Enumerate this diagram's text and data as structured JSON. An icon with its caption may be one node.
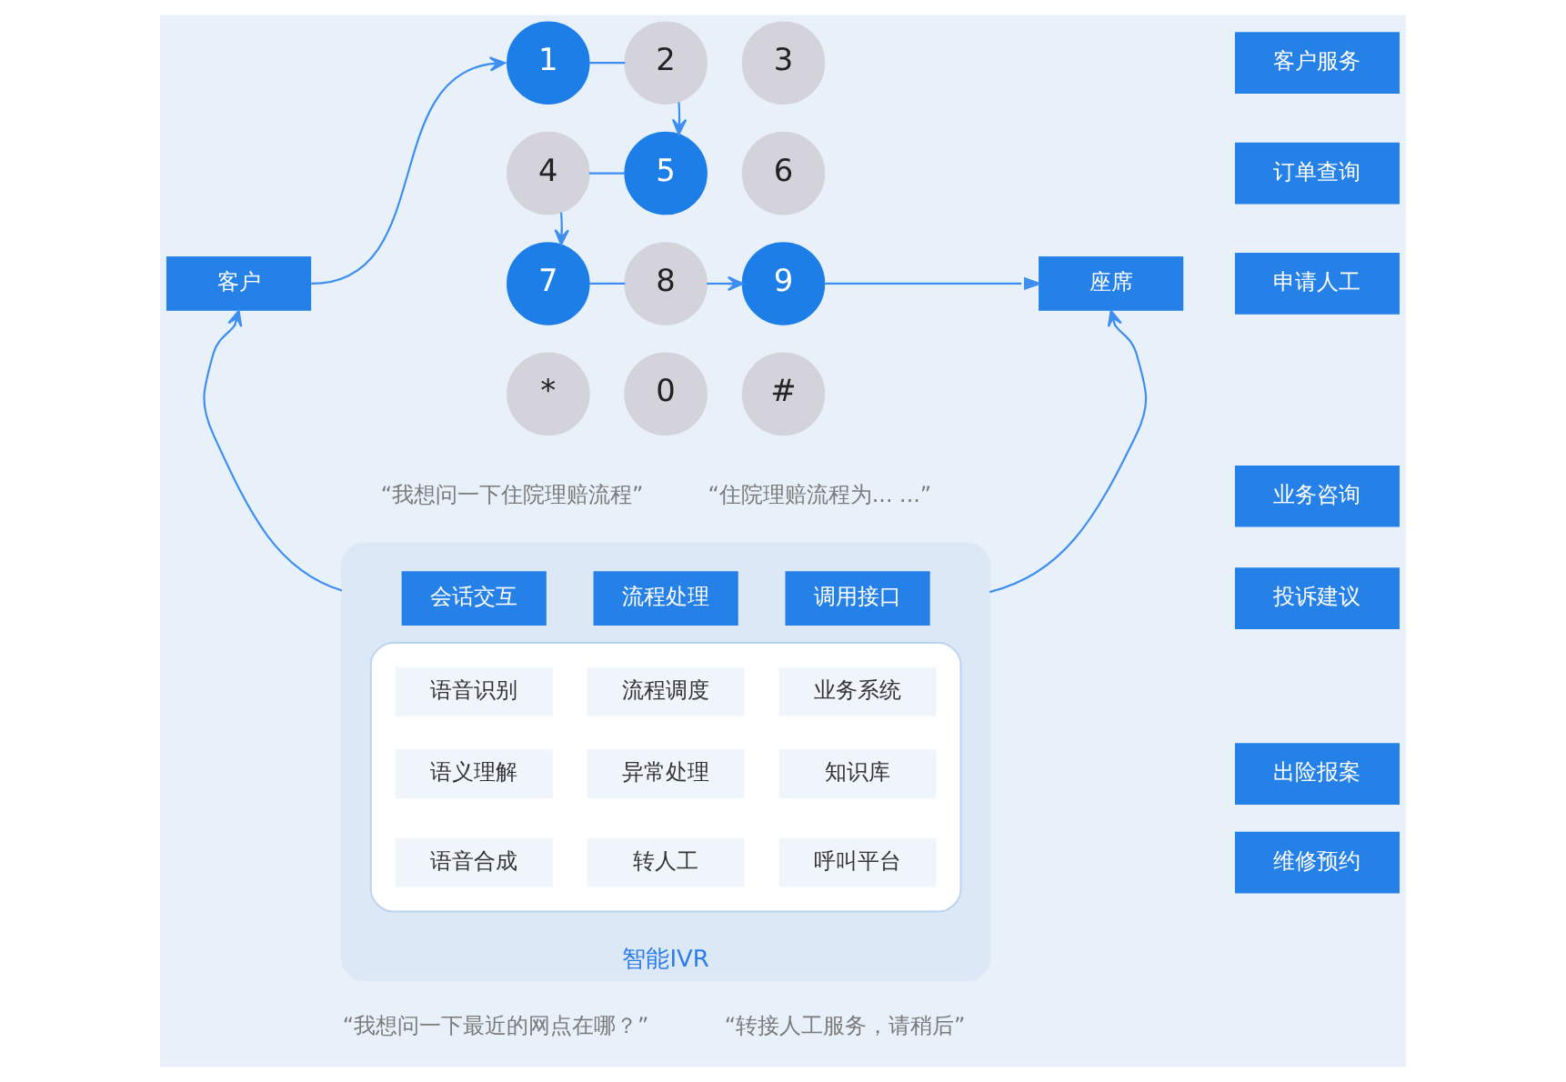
{
  "diagram": {
    "nodes": [
      {
        "text": [
          "客户"
        ]
      },
      {
        "text": [
          "1"
        ]
      },
      {
        "text": [
          "2"
        ]
      },
      {
        "text": [
          "3"
        ]
      },
      {
        "text": [
          "4"
        ]
      },
      {
        "text": [
          "5"
        ]
      },
      {
        "text": [
          "6"
        ]
      },
      {
        "text": [
          "7"
        ]
      },
      {
        "text": [
          "8"
        ]
      },
      {
        "text": [
          "9"
        ]
      },
      {
        "text": [
          "*"
        ]
      },
      {
        "text": [
          "0"
        ]
      },
      {
        "text": [
          "#"
        ]
      },
      {
        "text": [
          "座席"
        ]
      },
      {
        "text": [
          "客户服务"
        ]
      },
      {
        "text": [
          "订单查询"
        ]
      },
      {
        "text": [
          "申请人工"
        ]
      },
      {
        "text": [
          "业务咨询"
        ]
      },
      {
        "text": [
          "投诉建议"
        ]
      },
      {
        "text": [
          "出险报案"
        ]
      },
      {
        "text": [
          "维修预约"
        ]
      },
      {
        "text": [
          "智能IVR"
        ]
      },
      {
        "text": [
          "会话交互"
        ],
        "in": 21
      },
      {
        "text": [
          "流程处理"
        ],
        "in": 21
      },
      {
        "text": [
          "调用接口"
        ],
        "in": 21
      },
      {
        "text": [],
        "shape": "box",
        "in": 21
      },
      {
        "text": [
          "语音识别"
        ],
        "in": 25
      },
      {
        "text": [
          "流程调度"
        ],
        "in": 25
      },
      {
        "text": [
          "业务系统"
        ],
        "in": 25
      },
      {
        "text": [
          "语义理解"
        ],
        "in": 25
      },
      {
        "text": [
          "异常处理"
        ],
        "in": 25
      },
      {
        "text": [
          "知识库"
        ],
        "in": 25
      },
      {
        "text": [
          "语音合成"
        ],
        "in": 25
      },
      {
        "text": [
          "转人工"
        ],
        "in": 25
      },
      {
        "text": [
          "呼叫平台"
        ],
        "in": 25
      }
    ],
    "edges": [
      {
        "from": 0,
        "to": 1,
        "arrow": "to"
      },
      {
        "from": 1,
        "to": 2,
        "arrow": "none"
      },
      {
        "from": 2,
        "to": 5,
        "arrow": "to"
      },
      {
        "from": 5,
        "to": 4,
        "arrow": "none"
      },
      {
        "from": 4,
        "to": 7,
        "arrow": "to"
      },
      {
        "from": 7,
        "to": 8,
        "arrow": "none"
      },
      {
        "from": 8,
        "to": 9,
        "arrow": "to"
      },
      {
        "from": 9,
        "to": 13,
        "arrow": "to"
      },
      {
        "from": 21,
        "to": 0,
        "arrow": "to"
      },
      {
        "from": 21,
        "to": 13,
        "arrow": "to"
      }
    ],
    "labels": [
      "“我想问一下住院理赔流程”",
      "“住院理赔流程为... ...”",
      "“我想问一下最近的网点在哪？”",
      "“转接人工服务，请稍后”"
    ]
  }
}
